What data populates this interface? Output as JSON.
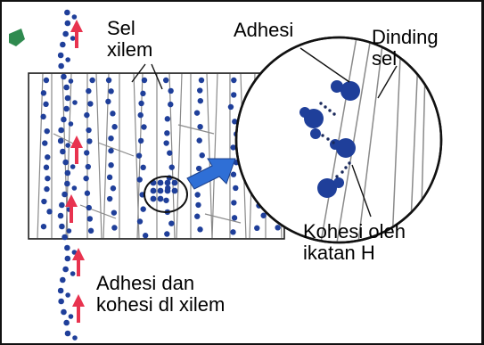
{
  "labels": {
    "sel_xilem_line1": "Sel",
    "sel_xilem_line2": "xilem",
    "adhesi": "Adhesi",
    "dinding_line1": "Dinding",
    "dinding_line2": "sel",
    "kohesi_line1": "Kohesi oleh",
    "kohesi_line2": "ikatan H",
    "bottom_line1": "Adhesi dan",
    "bottom_line2": "kohesi dl xilem"
  },
  "colors": {
    "molecule": "#1f3f9a",
    "arrow": "#e8334f",
    "pointer": "#2f6fd6",
    "tissue": "#8a8a8a",
    "leaf": "#2f8a4f"
  }
}
